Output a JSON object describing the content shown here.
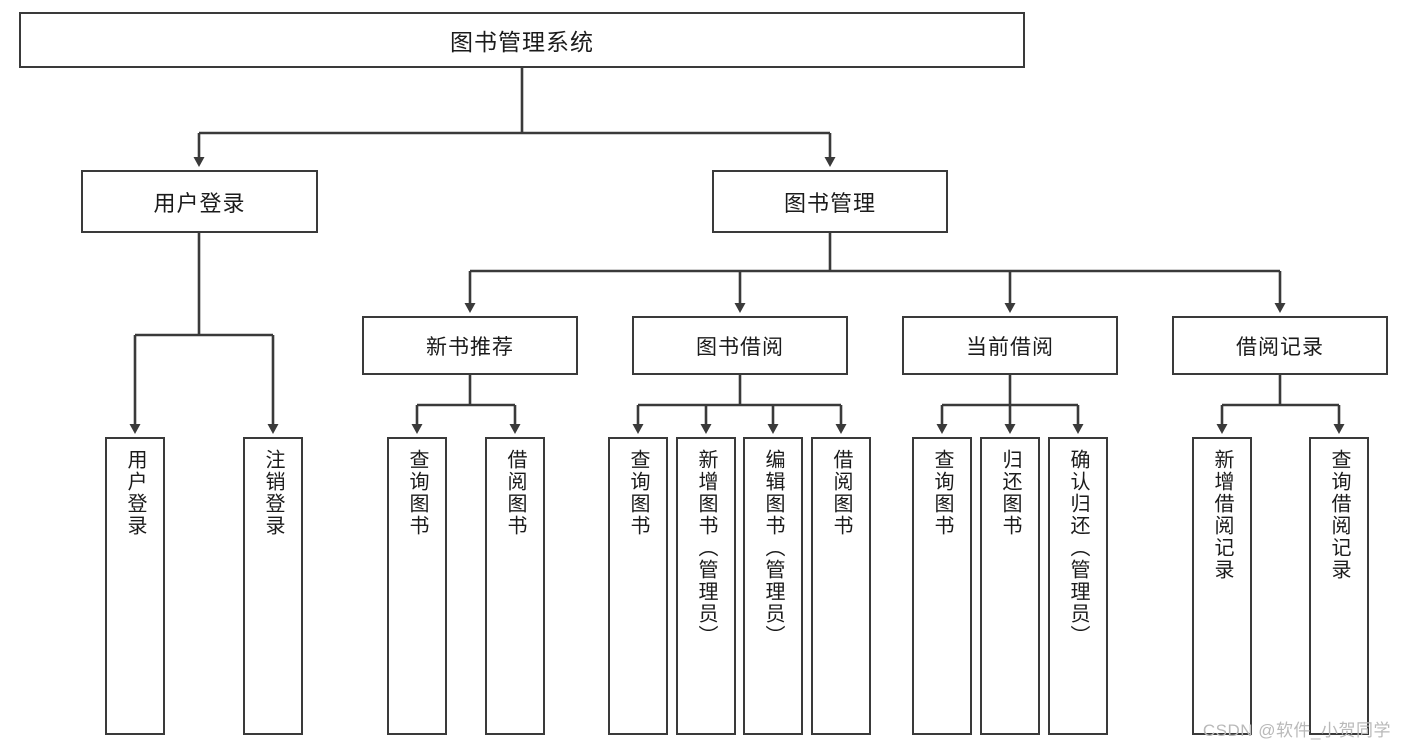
{
  "diagram": {
    "title": "图书管理系统",
    "type": "tree",
    "root": {
      "id": "root",
      "label": "图书管理系统",
      "level": 1
    },
    "level2": [
      {
        "id": "user-login",
        "label": "用户登录"
      },
      {
        "id": "book-management",
        "label": "图书管理"
      }
    ],
    "level3": [
      {
        "id": "new-book-recommend",
        "label": "新书推荐",
        "parent": "book-management"
      },
      {
        "id": "book-borrow",
        "label": "图书借阅",
        "parent": "book-management"
      },
      {
        "id": "current-borrow",
        "label": "当前借阅",
        "parent": "book-management"
      },
      {
        "id": "borrow-record",
        "label": "借阅记录",
        "parent": "book-management"
      }
    ],
    "leaves": [
      {
        "id": "leaf-user-login",
        "label": "用户登录",
        "parent": "user-login"
      },
      {
        "id": "leaf-logout-login",
        "label": "注销登录",
        "parent": "user-login"
      },
      {
        "id": "leaf-query-book-1",
        "label": "查询图书",
        "parent": "new-book-recommend"
      },
      {
        "id": "leaf-borrow-book-1",
        "label": "借阅图书",
        "parent": "new-book-recommend"
      },
      {
        "id": "leaf-query-book-2",
        "label": "查询图书",
        "parent": "book-borrow"
      },
      {
        "id": "leaf-add-book",
        "label": "新增图书（管理员）",
        "parent": "book-borrow"
      },
      {
        "id": "leaf-edit-book",
        "label": "编辑图书（管理员）",
        "parent": "book-borrow"
      },
      {
        "id": "leaf-borrow-book-2",
        "label": "借阅图书",
        "parent": "book-borrow"
      },
      {
        "id": "leaf-query-book-3",
        "label": "查询图书",
        "parent": "current-borrow"
      },
      {
        "id": "leaf-return-book",
        "label": "归还图书",
        "parent": "current-borrow"
      },
      {
        "id": "leaf-confirm-return",
        "label": "确认归还（管理员）",
        "parent": "current-borrow"
      },
      {
        "id": "leaf-add-record",
        "label": "新增借阅记录",
        "parent": "borrow-record"
      },
      {
        "id": "leaf-query-record",
        "label": "查询借阅记录",
        "parent": "borrow-record"
      }
    ],
    "colors": {
      "border": "#3a3a3a",
      "background": "#ffffff",
      "text": "#1b1b1b",
      "watermark": "#b9b9b9"
    }
  },
  "watermark": {
    "text": "CSDN @软件_小贺同学"
  }
}
